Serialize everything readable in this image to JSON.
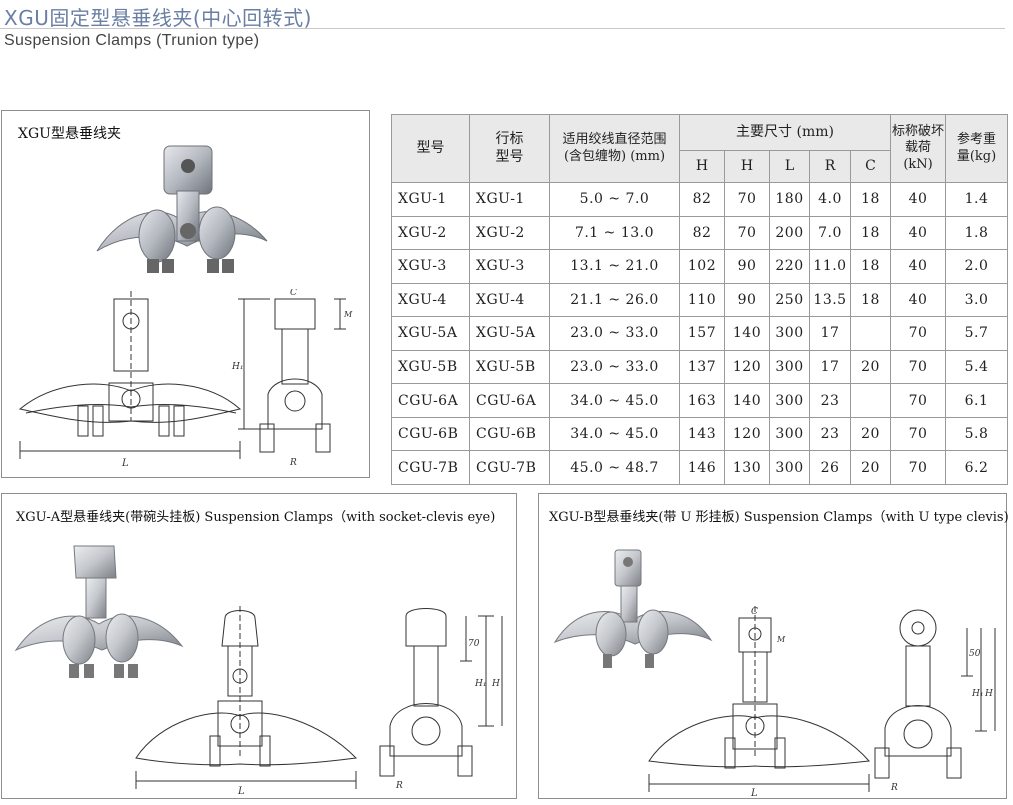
{
  "header": {
    "title_cn": "XGU固定型悬垂线夹(中心回转式)",
    "title_en": "Suspension Clamps (Trunion type)"
  },
  "panels": {
    "xgu": {
      "label": "XGU型悬垂线夹"
    },
    "xgu_a": {
      "label": "XGU-A型悬垂线夹(带碗头挂板) Suspension Clamps（with socket-clevis eye)"
    },
    "xgu_b": {
      "label": "XGU-B型悬垂线夹(带 U 形挂板) Suspension Clamps（with U type clevis)"
    }
  },
  "table": {
    "headers": {
      "model": "型号",
      "industry_model_1": "行标",
      "industry_model_2": "型号",
      "diameter_1": "适用绞线直径范围",
      "diameter_2": "(含包缠物) (mm)",
      "main_dims": "主要尺寸  (mm)",
      "dims": [
        "H",
        "H",
        "L",
        "R",
        "C"
      ],
      "load_1": "标称破坏",
      "load_2": "载荷(kN)",
      "weight_1": "参考重",
      "weight_2": "量(kg)"
    },
    "rows": [
      {
        "model": "XGU-1",
        "std": "XGU-1",
        "range": "5.0 ~ 7.0",
        "h": "82",
        "h1": "70",
        "l": "180",
        "r": "4.0",
        "c": "18",
        "load": "40",
        "weight": "1.4"
      },
      {
        "model": "XGU-2",
        "std": "XGU-2",
        "range": "7.1 ~ 13.0",
        "h": "82",
        "h1": "70",
        "l": "200",
        "r": "7.0",
        "c": "18",
        "load": "40",
        "weight": "1.8"
      },
      {
        "model": "XGU-3",
        "std": "XGU-3",
        "range": "13.1 ~ 21.0",
        "h": "102",
        "h1": "90",
        "l": "220",
        "r": "11.0",
        "c": "18",
        "load": "40",
        "weight": "2.0"
      },
      {
        "model": "XGU-4",
        "std": "XGU-4",
        "range": "21.1 ~ 26.0",
        "h": "110",
        "h1": "90",
        "l": "250",
        "r": "13.5",
        "c": "18",
        "load": "40",
        "weight": "3.0"
      },
      {
        "model": "XGU-5A",
        "std": "XGU-5A",
        "range": "23.0 ~ 33.0",
        "h": "157",
        "h1": "140",
        "l": "300",
        "r": "17",
        "c": "",
        "load": "70",
        "weight": "5.7"
      },
      {
        "model": "XGU-5B",
        "std": "XGU-5B",
        "range": "23.0 ~ 33.0",
        "h": "137",
        "h1": "120",
        "l": "300",
        "r": "17",
        "c": "20",
        "load": "70",
        "weight": "5.4"
      },
      {
        "model": "CGU-6A",
        "std": "CGU-6A",
        "range": "34.0 ~ 45.0",
        "h": "163",
        "h1": "140",
        "l": "300",
        "r": "23",
        "c": "",
        "load": "70",
        "weight": "6.1"
      },
      {
        "model": "CGU-6B",
        "std": "CGU-6B",
        "range": "34.0 ~ 45.0",
        "h": "143",
        "h1": "120",
        "l": "300",
        "r": "23",
        "c": "20",
        "load": "70",
        "weight": "5.8"
      },
      {
        "model": "CGU-7B",
        "std": "CGU-7B",
        "range": "45.0 ~ 48.7",
        "h": "146",
        "h1": "130",
        "l": "300",
        "r": "26",
        "c": "20",
        "load": "70",
        "weight": "6.2"
      }
    ]
  },
  "drawing_labels": {
    "length": "L",
    "height": "H",
    "height1": "H₁",
    "radius": "R",
    "clearance": "C",
    "seventy": "70",
    "fifty": "50",
    "m": "M"
  },
  "colors": {
    "title": "#6a7fa3",
    "panel_border": "#8e8e8e",
    "header_bg": "#e9e9e9",
    "metal_light": "#d9dadc",
    "metal_dark": "#8a8c90"
  }
}
